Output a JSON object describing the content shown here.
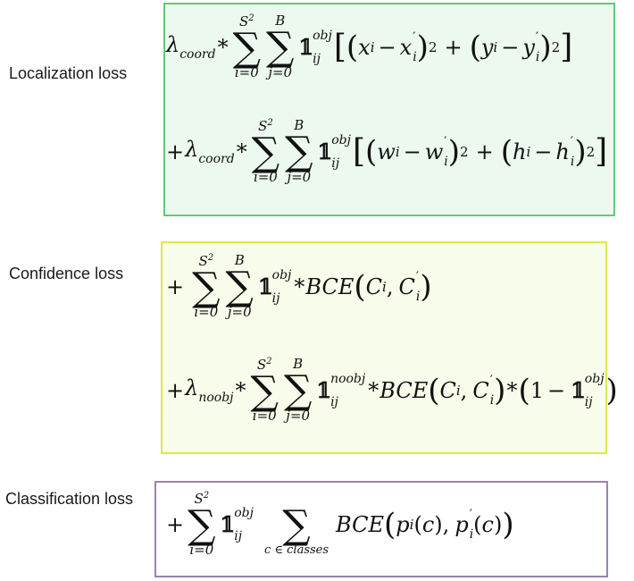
{
  "sections": [
    {
      "label": "Localization loss",
      "box_color": "#5ccc78",
      "bg_color": "#ecf9ef"
    },
    {
      "label": "Confidence loss",
      "box_color": "#dde84a",
      "bg_color": "#f8fcea"
    },
    {
      "label": "Classification loss",
      "box_color": "#9a82b3",
      "bg_color": "#ffffff"
    }
  ],
  "math": {
    "lambda": "λ",
    "coord": "coord",
    "noobj_sub": "noobj",
    "star": "*",
    "plus": "+",
    "minus": "−",
    "sigma": "∑",
    "S2": "S",
    "two": "2",
    "B": "B",
    "i0": "i=0",
    "j0": "j=0",
    "c_in_classes": "c ∈ classes",
    "one": "𝟙",
    "ij": "ij",
    "obj": "obj",
    "noobj": "noobj",
    "x": "x",
    "y": "y",
    "w": "w",
    "h": "h",
    "i": "i",
    "prime": "′",
    "bce": "BCE",
    "C": "C",
    "p": "p",
    "c": "c",
    "lbr": "[",
    "rbr": "]",
    "lp": "(",
    "rp": ")",
    "comma": ",",
    "num_one": "1"
  }
}
